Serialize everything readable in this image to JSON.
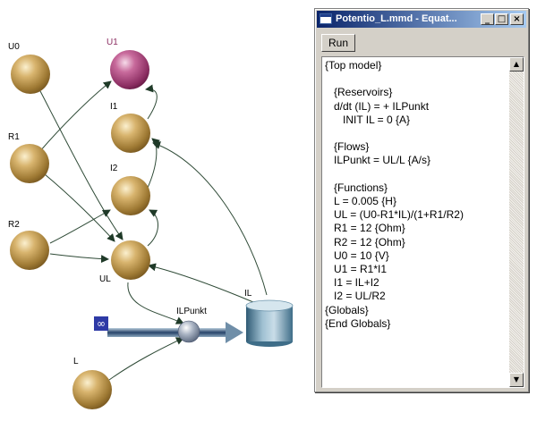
{
  "window": {
    "title": "Potentio_L.mmd - Equat...",
    "buttons": {
      "minimize": "_",
      "maximize": "□",
      "close": "×"
    },
    "run_label": "Run",
    "scroll_up": "▲",
    "scroll_down": "▼",
    "editor_lines": [
      "{Top model}",
      "",
      "   {Reservoirs}",
      "   d/dt (IL) = + ILPunkt",
      "      INIT IL = 0 {A}",
      "",
      "   {Flows}",
      "   ILPunkt = UL/L {A/s}",
      "",
      "   {Functions}",
      "   L = 0.005 {H}",
      "   UL = (U0-R1*IL)/(1+R1/R2)",
      "   R1 = 12 {Ohm}",
      "   R2 = 12 {Ohm}",
      "   U0 = 10 {V}",
      "   U1 = R1*I1",
      "   I1 = IL+I2",
      "   I2 = UL/R2",
      "{Globals}",
      "{End Globals}"
    ]
  },
  "diagram": {
    "nodes": {
      "U0": "U0",
      "U1": "U1",
      "I1": "I1",
      "R1": "R1",
      "I2": "I2",
      "R2": "R2",
      "UL": "UL",
      "ILPunkt": "ILPunkt",
      "IL": "IL",
      "L": "L"
    },
    "source_symbol": "∞",
    "colors": {
      "converter": "#c9a257",
      "output": "#b04c86",
      "flow_valve": "#7a889a",
      "reservoir": "#6b93ab"
    }
  }
}
